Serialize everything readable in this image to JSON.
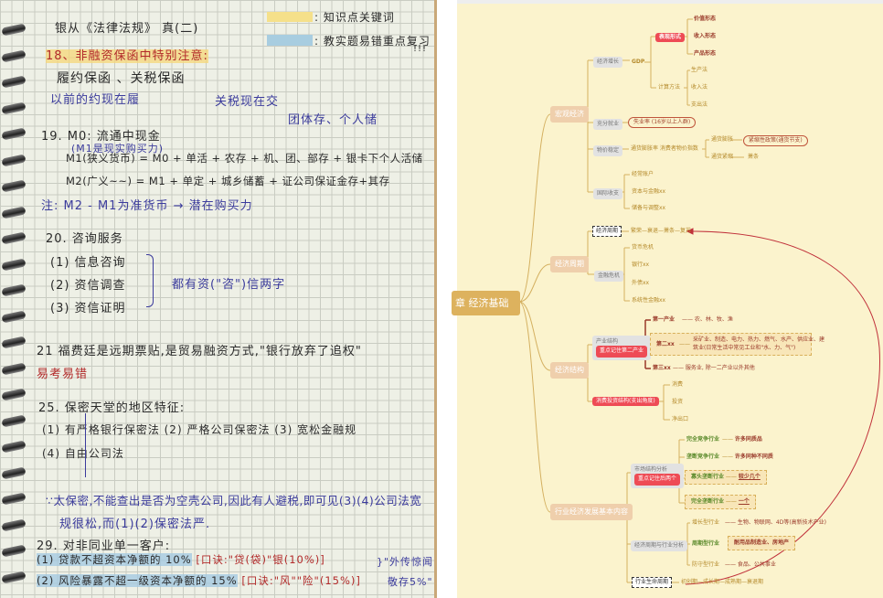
{
  "notes": {
    "title": "银从《法律法规》 真(二)",
    "legend": [
      {
        "label": ": 知识点关键词",
        "color": "#f5e08a"
      },
      {
        "label": ": 教实题易错重点复习",
        "color": "#a8cde0"
      }
    ],
    "exclaim": "!!!",
    "l18": "18、非融资保函中特别注意:",
    "l18a": "履约保函 、关税保函",
    "l18b": "以前的约现在履",
    "l18c": "关税现在交",
    "l19n": "团体存、个人储",
    "l19": "19. M0: 流通中现金",
    "l19a": "(M1是现实购买力)",
    "l19b": "M1(狭义货币) = M0 + 单活 + 农存 + 机、团、部存 + 银卡下个人活储",
    "l19c": "M2(广义~~) = M1 + 单定 + 城乡储蓄 + 证公司保证金存+其存",
    "l19d": "注: M2 - M1为准货币 → 潜在购买力",
    "l20": "20. 咨询服务",
    "l20items": [
      "(1) 信息咨询",
      "(2) 资信调查",
      "(3) 资信证明"
    ],
    "l20note": "都有资(\"咨\")信两字",
    "l21": "21 福费廷是远期票贴,是贸易融资方式,\"银行放弃了追权\"",
    "l21note": "易考易错",
    "l25": "25. 保密天堂的地区特征:",
    "l25a": "(1) 有严格银行保密法     (2) 严格公司保密法   (3) 宽松金融规",
    "l25b": "(4) 自由公司法",
    "l25c": "∵太保密,不能查出是否为空壳公司,因此有人避税,即可见(3)(4)公司法宽",
    "l25d": "规很松,而(1)(2)保密法严.",
    "l29": "29. 对非同业单一客户:",
    "l29a": "(1) 贷款不超资本净额的 10%",
    "l29ak": "[口诀:\"贷(袋)\"银(10%)]",
    "l29b": "(2) 风险暴露不超一级资本净额的 15%",
    "l29bk": "[口诀:\"风\"\"险\"(15%)]",
    "l29note": [
      "}\"外传惊闻",
      "敬存5%\""
    ]
  },
  "mindmap": {
    "root": "章  经济基础",
    "macro": "宏观经济",
    "growth": "经济增长",
    "gdp": "GDP",
    "forms": "表现形式",
    "forms_items": [
      "价值形态",
      "收入形态",
      "产品形态"
    ],
    "calc": "计算方法",
    "calc_items": [
      "生产法",
      "收入法",
      "支出法"
    ],
    "employ": "充分就业",
    "unemp": "失业率 (16岁以上人群)",
    "price": "物价稳定",
    "infl_rate": "通货膨胀率  消费者物价指数",
    "infl": "通货膨胀",
    "tight": "紧缩性政策(通货节支)",
    "defl": "通货紧缩",
    "depress": "萧条",
    "bop": "国际收支",
    "bop_items": [
      "经常账户",
      "资本与金融xx",
      "储备与调整xx"
    ],
    "cycle": "经济周期",
    "cycle_box": "经济周期",
    "cycle_seq": "繁荣—衰退—萧条—复苏",
    "crisis": "金融危机",
    "crisis_items": [
      "货币危机",
      "银行xx",
      "外债xx",
      "系统性金融xx"
    ],
    "struct": "经济结构",
    "ind_struct": "产业结构",
    "ind_key": "重点记住第二产业",
    "first": "第一产业",
    "first_d": "——  农、林、牧、渔",
    "second": "第二xx",
    "second_d": "——",
    "second_t": [
      "采矿业、制造、电力、热力、燃气、水产、供应业、建",
      "筑业(日常生活中常见工业和\"水、力、气\")"
    ],
    "third": "第三xx",
    "third_d": "——  服务业, 除一二产业以外其他",
    "consume": "消费投资结构(支出角度)",
    "consume_items": [
      "消费",
      "投资",
      "净出口"
    ],
    "industry": "行业经济发展基本内容",
    "market": "市场结构分析",
    "market_key": "重点记住后两个",
    "mk": [
      {
        "name": "完全竞争行业",
        "desc": "许多同质品"
      },
      {
        "name": "垄断竞争行业",
        "desc": "许多同种不同质"
      },
      {
        "name": "寡头垄断行业",
        "desc": "较少几个"
      },
      {
        "name": "完全垄断行业",
        "desc": "一个"
      }
    ],
    "cyc_ind": "经济周期与行业分析",
    "ci": [
      {
        "name": "增长型行业",
        "desc": "——  生物、物联网、4D等(高新技术产业)"
      },
      {
        "name": "周期型行业",
        "desc": "耐用品制造业、房地产"
      },
      {
        "name": "防守型行业",
        "desc": "——  食品、公共事业"
      }
    ],
    "life": "行业生命周期",
    "life_seq": "初创期—成长期—成熟期—衰退期",
    "colors": {
      "line": "#d4b060",
      "accent_red": "#ee4b55",
      "node_peach": "#efcfac",
      "background": "#fbf3cd",
      "arrow": "#c0303a"
    }
  }
}
